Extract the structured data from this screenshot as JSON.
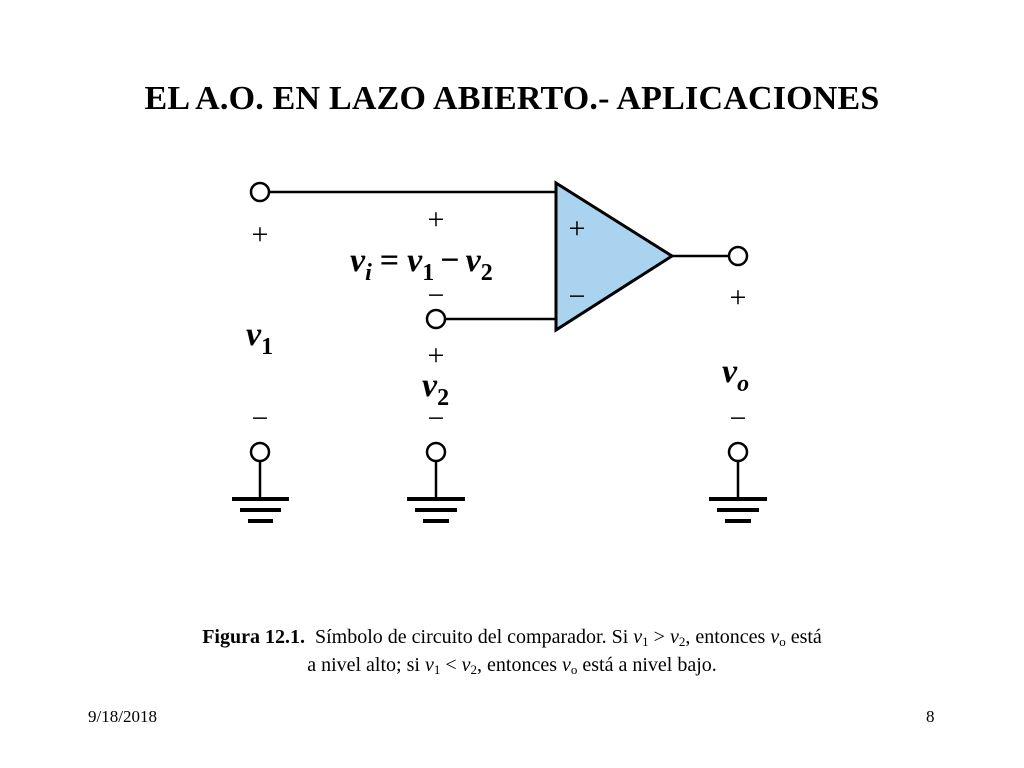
{
  "slide": {
    "title": "EL A.O. EN LAZO ABIERTO.- APLICACIONES",
    "date": "9/18/2018",
    "page_number": "8"
  },
  "colors": {
    "opamp_fill": "#a9d3ef",
    "wire": "#000000",
    "background": "#ffffff"
  },
  "diagram": {
    "opamp_plus": "+",
    "opamp_minus": "−",
    "v1_plus": "+",
    "v1_minus": "−",
    "v1_label": "v",
    "v1_sub": "1",
    "vi_top_plus": "+",
    "vi_bottom_minus": "−",
    "vi_v": "v",
    "vi_i": "i",
    "vi_eq": "=",
    "vi_v1": "v",
    "vi_1": "1",
    "vi_minus": "−",
    "vi_v2": "v",
    "vi_2": "2",
    "v2_plus": "+",
    "v2_minus": "−",
    "v2_label": "v",
    "v2_sub": "2",
    "vo_plus": "+",
    "vo_minus": "−",
    "vo_label": "v",
    "vo_sub": "o"
  },
  "caption": {
    "figure_label": "Figura 12.1.",
    "line1_a": "Símbolo de circuito del comparador. Si ",
    "line1_v1": "v",
    "line1_v1_sub": "1",
    "line1_gt": " > ",
    "line1_v2": "v",
    "line1_v2_sub": "2",
    "line1_b": ", entonces ",
    "line1_vo": "v",
    "line1_vo_sub": "o",
    "line1_c": " está",
    "line2_a": "a nivel alto; si ",
    "line2_v1": "v",
    "line2_v1_sub": "1",
    "line2_lt": " < ",
    "line2_v2": "v",
    "line2_v2_sub": "2",
    "line2_b": ", entonces ",
    "line2_vo": "v",
    "line2_vo_sub": "o",
    "line2_c": " está a nivel bajo."
  }
}
